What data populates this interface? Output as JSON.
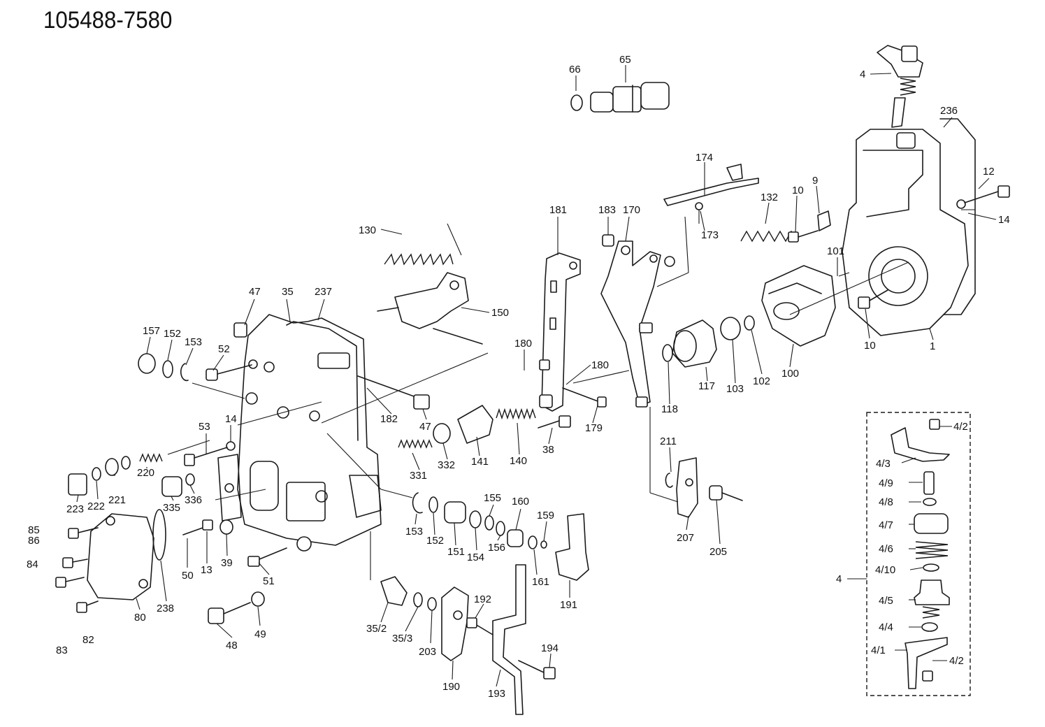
{
  "title": "105488-7580",
  "callouts": [
    {
      "id": "c66",
      "label": "66"
    },
    {
      "id": "c65",
      "label": "65"
    },
    {
      "id": "c4top",
      "label": "4"
    },
    {
      "id": "c236",
      "label": "236"
    },
    {
      "id": "c12",
      "label": "12"
    },
    {
      "id": "c14r",
      "label": "14"
    },
    {
      "id": "c174",
      "label": "174"
    },
    {
      "id": "c132",
      "label": "132"
    },
    {
      "id": "c10a",
      "label": "10"
    },
    {
      "id": "c9",
      "label": "9"
    },
    {
      "id": "c101",
      "label": "101"
    },
    {
      "id": "c10b",
      "label": "10"
    },
    {
      "id": "c1",
      "label": "1"
    },
    {
      "id": "c181",
      "label": "181"
    },
    {
      "id": "c183",
      "label": "183"
    },
    {
      "id": "c170",
      "label": "170"
    },
    {
      "id": "c173",
      "label": "173"
    },
    {
      "id": "c130",
      "label": "130"
    },
    {
      "id": "c150",
      "label": "150"
    },
    {
      "id": "c47a",
      "label": "47"
    },
    {
      "id": "c35",
      "label": "35"
    },
    {
      "id": "c237",
      "label": "237"
    },
    {
      "id": "c157",
      "label": "157"
    },
    {
      "id": "c152a",
      "label": "152"
    },
    {
      "id": "c153a",
      "label": "153"
    },
    {
      "id": "c52",
      "label": "52"
    },
    {
      "id": "c180a",
      "label": "180"
    },
    {
      "id": "c180b",
      "label": "180"
    },
    {
      "id": "c179",
      "label": "179"
    },
    {
      "id": "c118",
      "label": "118"
    },
    {
      "id": "c117",
      "label": "117"
    },
    {
      "id": "c103",
      "label": "103"
    },
    {
      "id": "c102",
      "label": "102"
    },
    {
      "id": "c100",
      "label": "100"
    },
    {
      "id": "c182",
      "label": "182"
    },
    {
      "id": "c47b",
      "label": "47"
    },
    {
      "id": "c53",
      "label": "53"
    },
    {
      "id": "c14l",
      "label": "14"
    },
    {
      "id": "c38",
      "label": "38"
    },
    {
      "id": "c140",
      "label": "140"
    },
    {
      "id": "c141",
      "label": "141"
    },
    {
      "id": "c332",
      "label": "332"
    },
    {
      "id": "c331",
      "label": "331"
    },
    {
      "id": "c211",
      "label": "211"
    },
    {
      "id": "c207",
      "label": "207"
    },
    {
      "id": "c205",
      "label": "205"
    },
    {
      "id": "c223",
      "label": "223"
    },
    {
      "id": "c222",
      "label": "222"
    },
    {
      "id": "c221",
      "label": "221"
    },
    {
      "id": "c220",
      "label": "220"
    },
    {
      "id": "c335",
      "label": "335"
    },
    {
      "id": "c336",
      "label": "336"
    },
    {
      "id": "c85",
      "label": "85"
    },
    {
      "id": "c86",
      "label": "86"
    },
    {
      "id": "c84",
      "label": "84"
    },
    {
      "id": "c83",
      "label": "83"
    },
    {
      "id": "c82",
      "label": "82"
    },
    {
      "id": "c80",
      "label": "80"
    },
    {
      "id": "c238",
      "label": "238"
    },
    {
      "id": "c50",
      "label": "50"
    },
    {
      "id": "c13",
      "label": "13"
    },
    {
      "id": "c39",
      "label": "39"
    },
    {
      "id": "c51",
      "label": "51"
    },
    {
      "id": "c48",
      "label": "48"
    },
    {
      "id": "c49",
      "label": "49"
    },
    {
      "id": "c153b",
      "label": "153"
    },
    {
      "id": "c152b",
      "label": "152"
    },
    {
      "id": "c151",
      "label": "151"
    },
    {
      "id": "c154",
      "label": "154"
    },
    {
      "id": "c155",
      "label": "155"
    },
    {
      "id": "c156",
      "label": "156"
    },
    {
      "id": "c160",
      "label": "160"
    },
    {
      "id": "c159",
      "label": "159"
    },
    {
      "id": "c161",
      "label": "161"
    },
    {
      "id": "c191",
      "label": "191"
    },
    {
      "id": "c352",
      "label": "35/2"
    },
    {
      "id": "c353",
      "label": "35/3"
    },
    {
      "id": "c203",
      "label": "203"
    },
    {
      "id": "c190",
      "label": "190"
    },
    {
      "id": "c192",
      "label": "192"
    },
    {
      "id": "c193",
      "label": "193"
    },
    {
      "id": "c194",
      "label": "194"
    },
    {
      "id": "c4_2a",
      "label": "4/2"
    },
    {
      "id": "c4_3",
      "label": "4/3"
    },
    {
      "id": "c4_9",
      "label": "4/9"
    },
    {
      "id": "c4_8",
      "label": "4/8"
    },
    {
      "id": "c4_7",
      "label": "4/7"
    },
    {
      "id": "c4_6",
      "label": "4/6"
    },
    {
      "id": "c4_10",
      "label": "4/10"
    },
    {
      "id": "c4side",
      "label": "4"
    },
    {
      "id": "c4_5",
      "label": "4/5"
    },
    {
      "id": "c4_4",
      "label": "4/4"
    },
    {
      "id": "c4_1",
      "label": "4/1"
    },
    {
      "id": "c4_2b",
      "label": "4/2"
    }
  ]
}
